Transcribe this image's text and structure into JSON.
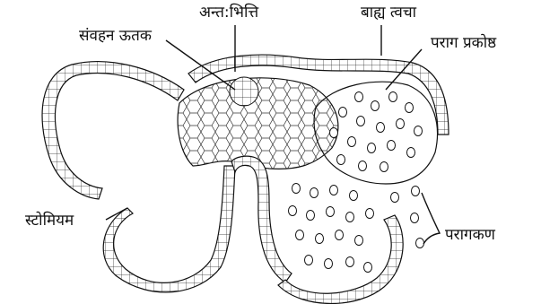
{
  "labels": {
    "connective_tissue": "संवहन ऊतक",
    "endothecium": "अन्त:भित्ति",
    "epidermis": "बाह्य त्वचा",
    "pollen_chamber": "पराग प्रकोष्ठ",
    "stomium": "स्टोमियम",
    "pollen_grains": "परागकण"
  },
  "colors": {
    "ink": "#111111",
    "background": "#ffffff"
  }
}
